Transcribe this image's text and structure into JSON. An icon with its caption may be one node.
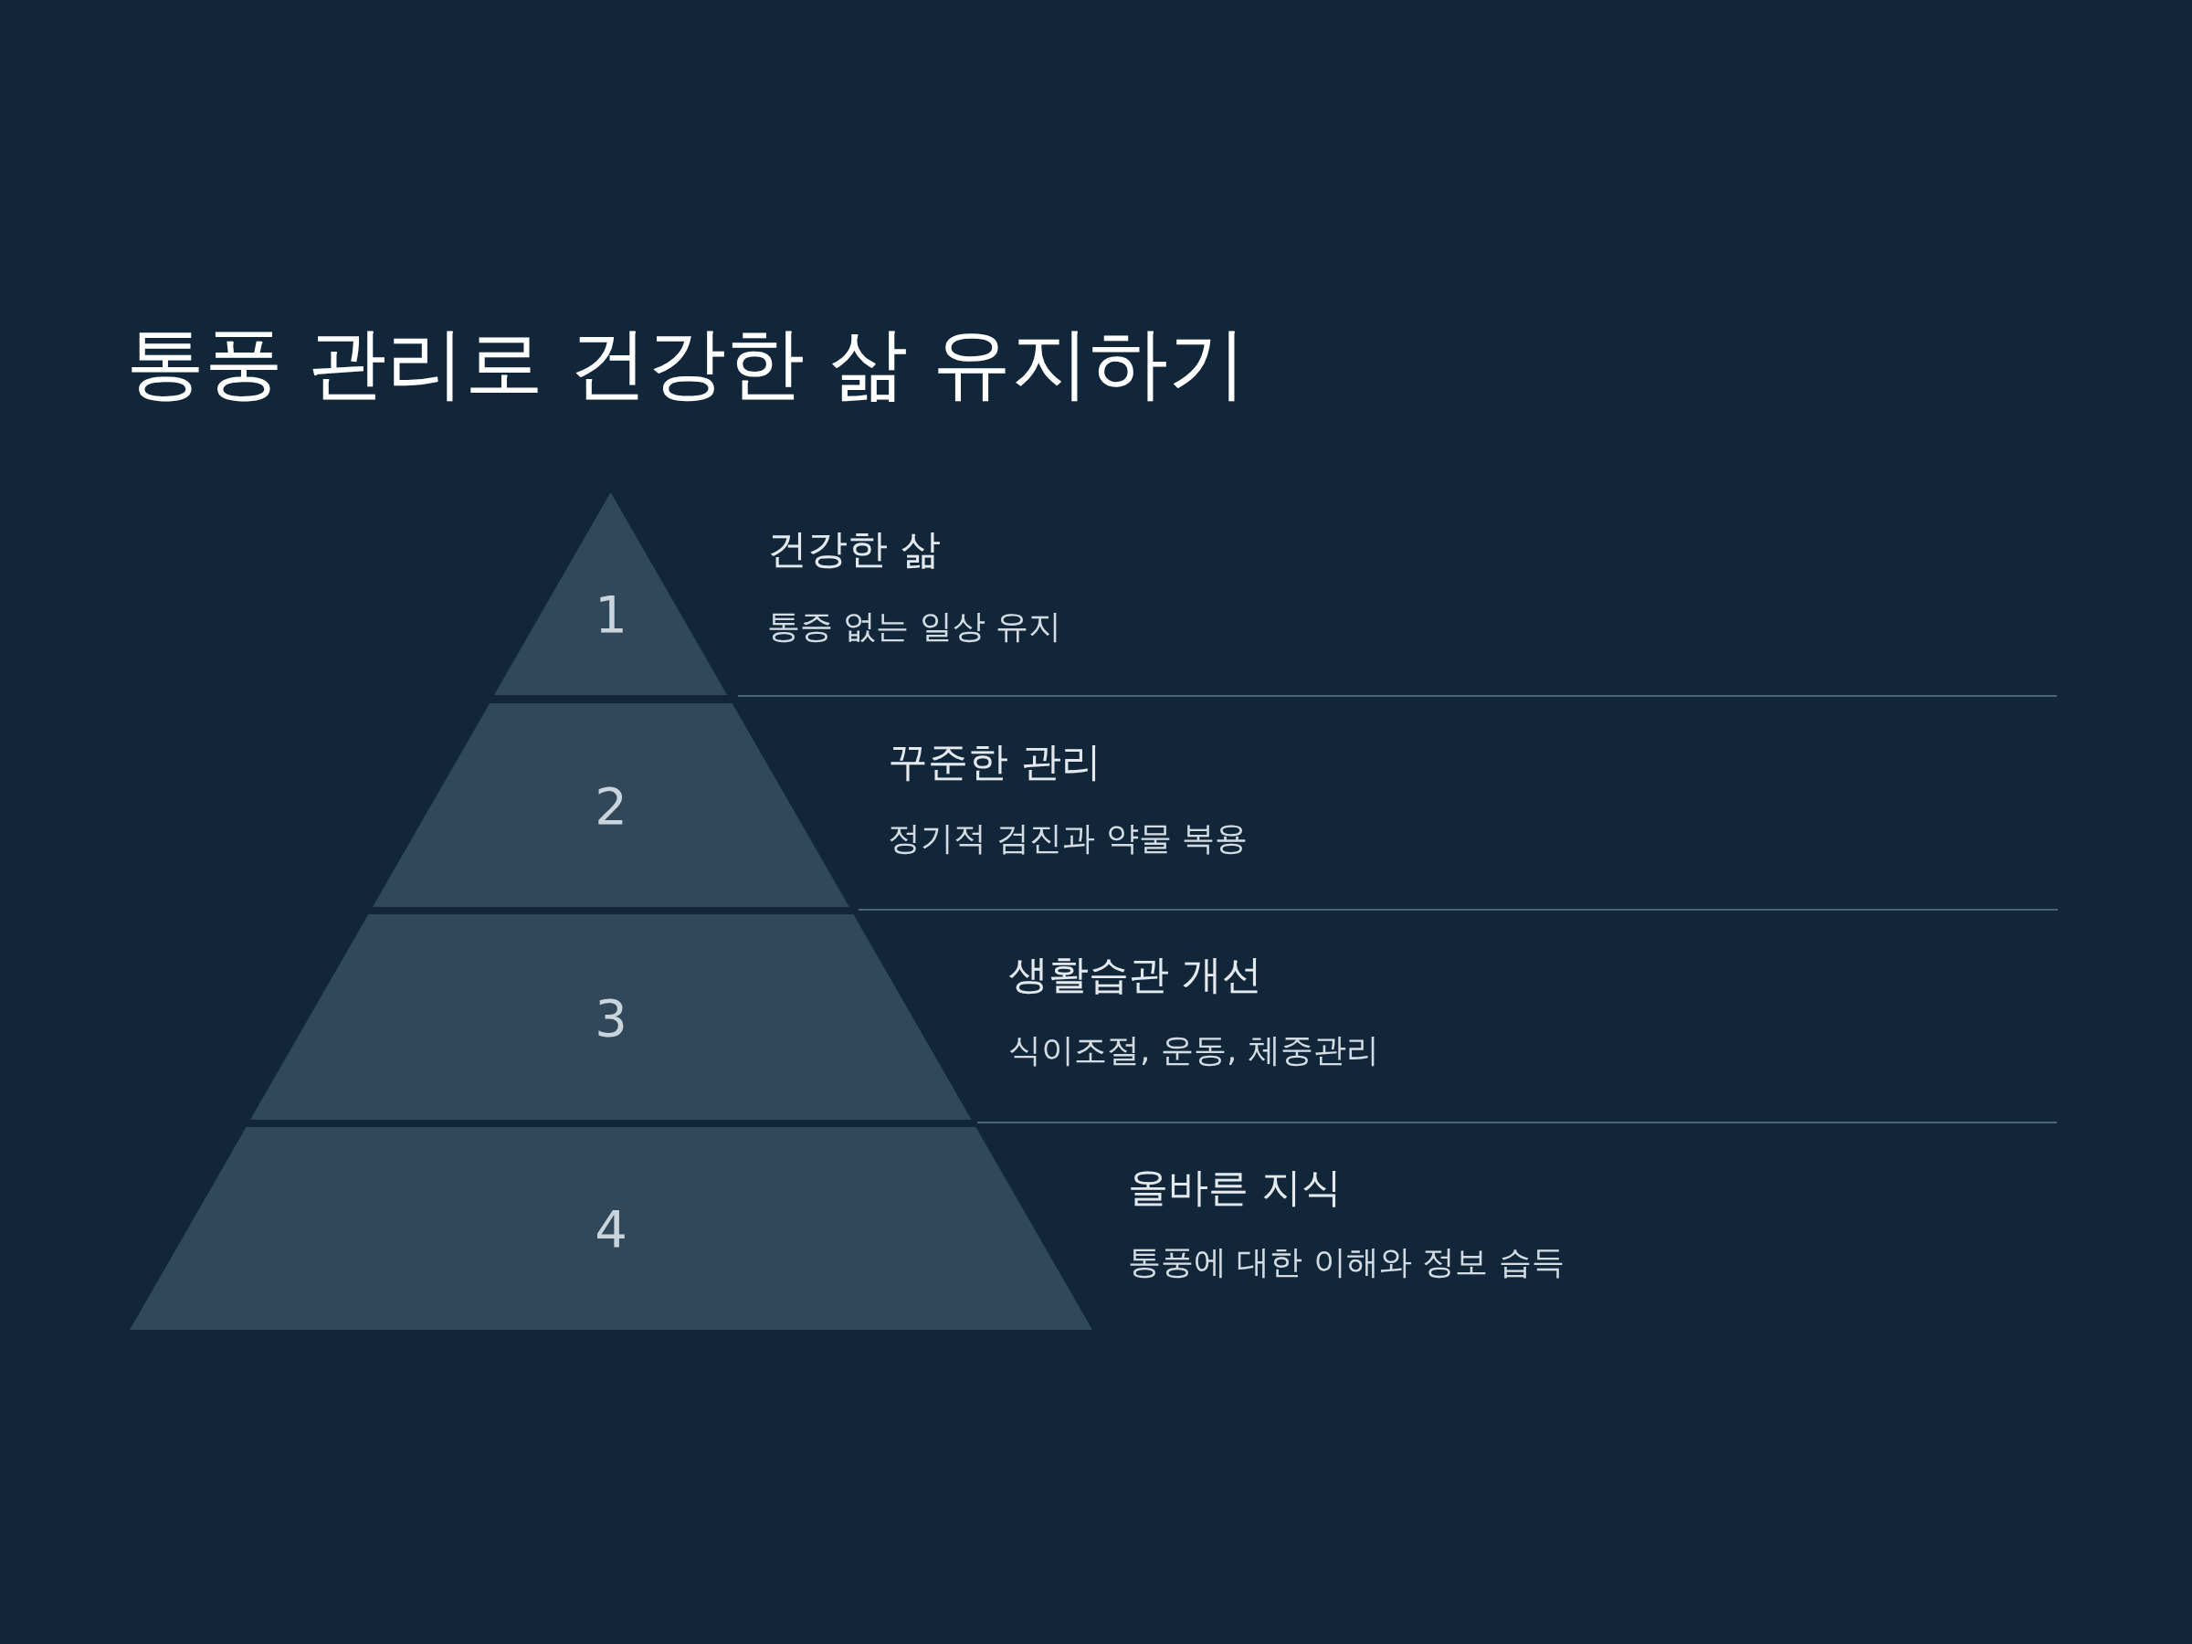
{
  "diagram": {
    "title": "통풍 관리로 건강한 삶 유지하기",
    "nodes": [
      {
        "text": [
          "1"
        ],
        "beside": [
          "건강한 삶",
          "통증 없는 일상 유지"
        ]
      },
      {
        "text": [
          "2"
        ],
        "beside": [
          "꾸준한 관리",
          "정기적 검진과 약물 복용"
        ]
      },
      {
        "text": [
          "3"
        ],
        "beside": [
          "생활습관 개선",
          "식이조절, 운동, 체중관리"
        ]
      },
      {
        "text": [
          "4"
        ],
        "beside": [
          "올바른 지식",
          "통풍에 대한 이해와 정보 습득"
        ]
      }
    ]
  }
}
